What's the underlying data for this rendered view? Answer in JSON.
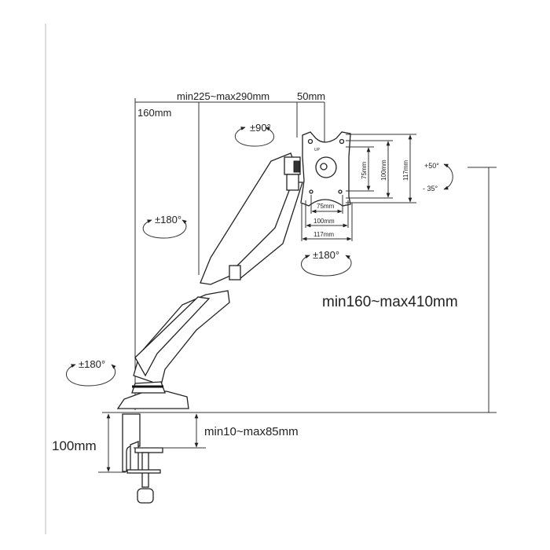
{
  "dimensions": {
    "arm_reach": "min225~max290mm",
    "plate_offset": "50mm",
    "pole_offset": "160mm",
    "height_range": "min160~max410mm",
    "clamp_height": "100mm",
    "desk_thickness": "min10~max85mm"
  },
  "vesa": {
    "v_75": "75mm",
    "v_100": "100mm",
    "v_117": "117mm",
    "h_75": "75mm",
    "h_100": "100mm",
    "h_117": "117mm",
    "plate_marking": "UP"
  },
  "rotations": {
    "rotate_90": "±90°",
    "tilt_up": "+50°",
    "tilt_down": "- 35°",
    "swivel_upper": "±180°",
    "swivel_head": "±180°",
    "swivel_base": "±180°"
  }
}
